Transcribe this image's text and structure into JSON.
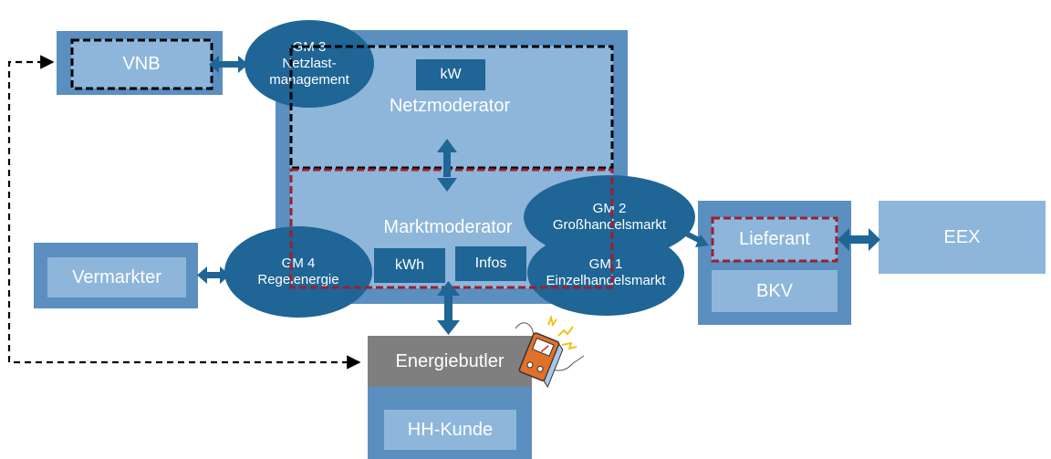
{
  "vnb": {
    "label": "VNB"
  },
  "vermarkter": {
    "label": "Vermarkter"
  },
  "central": {
    "netzmoderator_label": "Netzmoderator",
    "netzmoderator_unit": "kW",
    "marktmoderator_label": "Marktmoderator",
    "marktmoderator_unit": "kWh",
    "marktmoderator_infos": "Infos"
  },
  "gm3": {
    "line1": "GM 3",
    "line2": "Netzlast-",
    "line3": "management"
  },
  "gm4": {
    "line1": "GM 4",
    "line2": "Regelenergie"
  },
  "gm2": {
    "line1": "GM 2",
    "line2": "Großhandelsmarkt"
  },
  "gm1": {
    "line1": "GM 1",
    "line2": "Einzelhandelsmarkt"
  },
  "lieferant_group": {
    "lieferant": "Lieferant",
    "bkv": "BKV"
  },
  "eex": {
    "label": "EEX"
  },
  "household": {
    "energiebutler": "Energiebutler",
    "hh_kunde": "HH-Kunde"
  },
  "colors": {
    "outer": "#5a8fc0",
    "inner": "#8db6da",
    "dark": "#1f6596",
    "grey": "#7f7f7f",
    "dashed_red": "#9b2030",
    "dashed_black": "#000000"
  },
  "icons": [
    "energy-meter-icon"
  ]
}
